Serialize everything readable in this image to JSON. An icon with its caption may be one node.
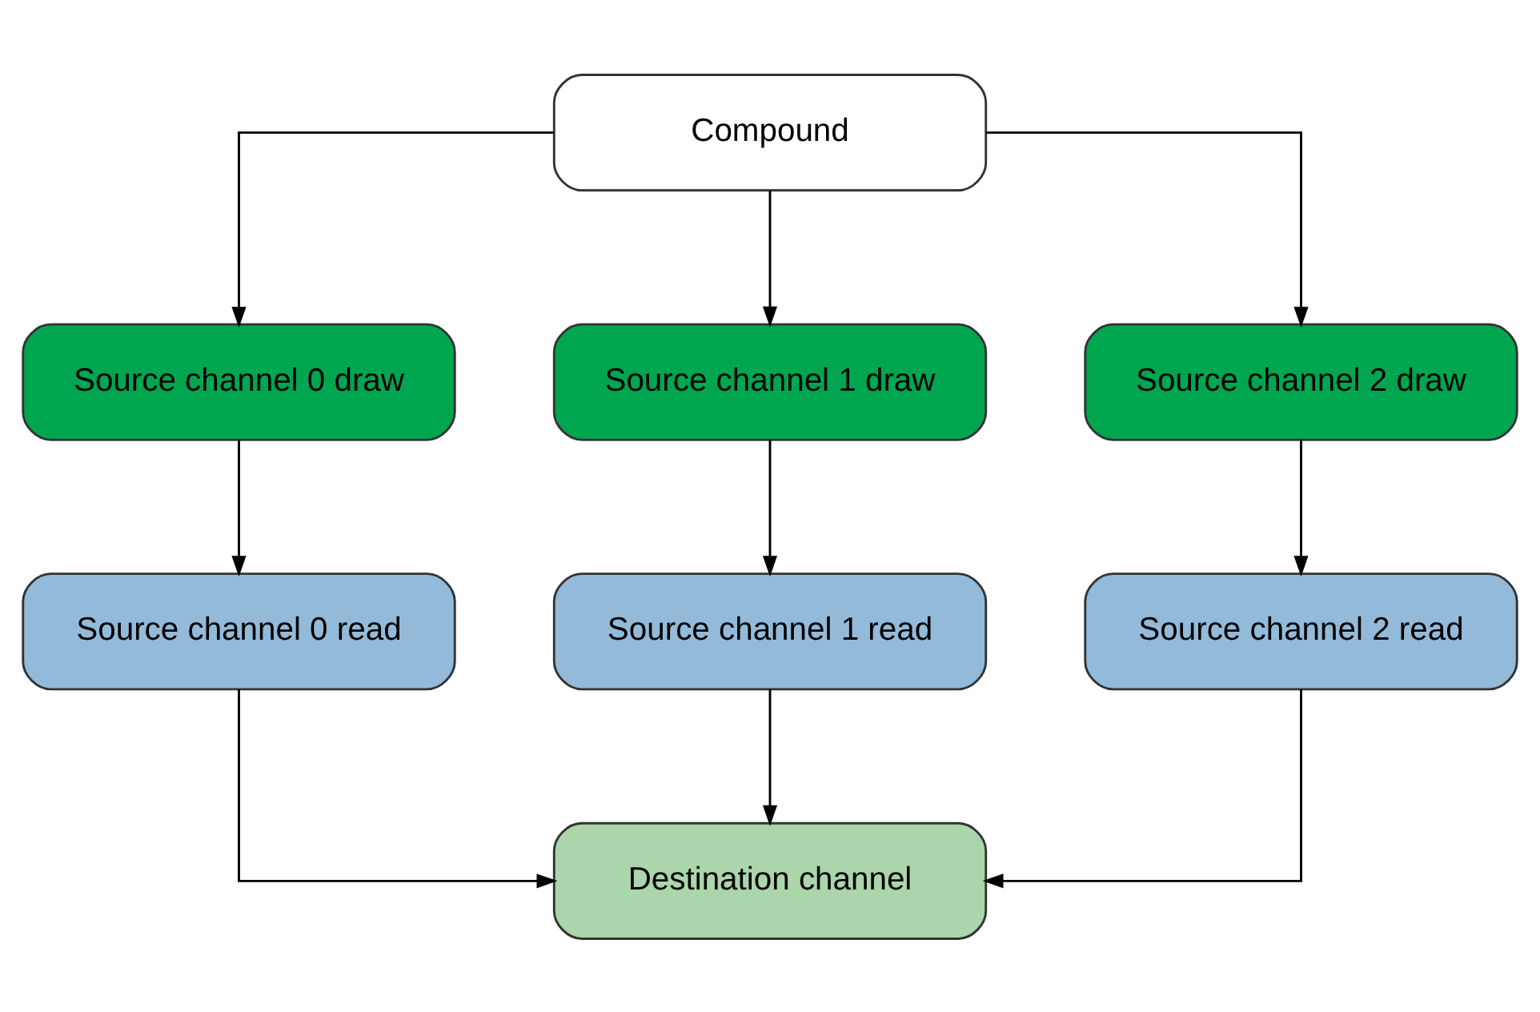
{
  "diagram": {
    "nodes": [
      {
        "text": [
          "Compound"
        ]
      },
      {
        "text": [
          "Source channel 0 draw"
        ]
      },
      {
        "text": [
          "Source channel 1 draw"
        ]
      },
      {
        "text": [
          "Source channel 2 draw"
        ]
      },
      {
        "text": [
          "Source channel 0 read"
        ]
      },
      {
        "text": [
          "Source channel 1 read"
        ]
      },
      {
        "text": [
          "Source channel 2 read"
        ]
      },
      {
        "text": [
          "Destination channel"
        ]
      }
    ],
    "edges": [
      {
        "from": 0,
        "to": 1,
        "arrow": "to"
      },
      {
        "from": 0,
        "to": 2,
        "arrow": "to"
      },
      {
        "from": 0,
        "to": 3,
        "arrow": "to"
      },
      {
        "from": 1,
        "to": 4,
        "arrow": "to"
      },
      {
        "from": 2,
        "to": 5,
        "arrow": "to"
      },
      {
        "from": 3,
        "to": 6,
        "arrow": "to"
      },
      {
        "from": 4,
        "to": 7,
        "arrow": "to"
      },
      {
        "from": 5,
        "to": 7,
        "arrow": "to"
      },
      {
        "from": 6,
        "to": 7,
        "arrow": "to"
      }
    ]
  }
}
